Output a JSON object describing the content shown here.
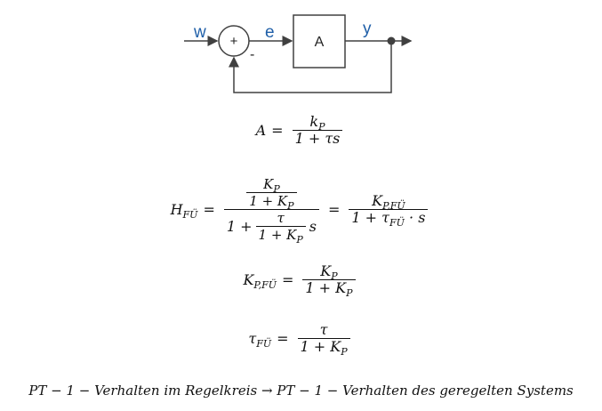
{
  "block_diagram": {
    "input_label": "w",
    "error_label": "e",
    "output_label": "y",
    "block_label": "A",
    "sum_symbol": "+",
    "feedback_sign": "-",
    "signal_label_color": "#1f5fa8",
    "line_color": "#404040"
  },
  "equations": {
    "eq_A": {
      "lhs": "A",
      "num": "k",
      "num_sub": "P",
      "den": "1 + τs"
    },
    "eq_H": {
      "lhs": "H",
      "lhs_sub": "FÜ",
      "inner_num_top": "K",
      "inner_num_top_sub": "P",
      "inner_num_bottom": "1 + K",
      "inner_num_bottom_sub": "P",
      "den_prefix": "1 +",
      "den_frac_num": "τ",
      "den_frac_den": "1 + K",
      "den_frac_den_sub": "P",
      "den_suffix": "s",
      "rhs_num": "K",
      "rhs_num_sub": "P,FÜ",
      "rhs_den_prefix": "1 + τ",
      "rhs_den_sub": "FÜ",
      "rhs_den_suffix": "· s"
    },
    "eq_K": {
      "lhs": "K",
      "lhs_sub": "P,FÜ",
      "num": "K",
      "num_sub": "P",
      "den": "1 + K",
      "den_sub": "P"
    },
    "eq_tau": {
      "lhs": "τ",
      "lhs_sub": "FÜ",
      "num": "τ",
      "den": "1 + K",
      "den_sub": "P"
    }
  },
  "summary": "PT − 1 − Verhalten im Regelkreis → PT − 1 − Verhalten des geregelten Systems"
}
